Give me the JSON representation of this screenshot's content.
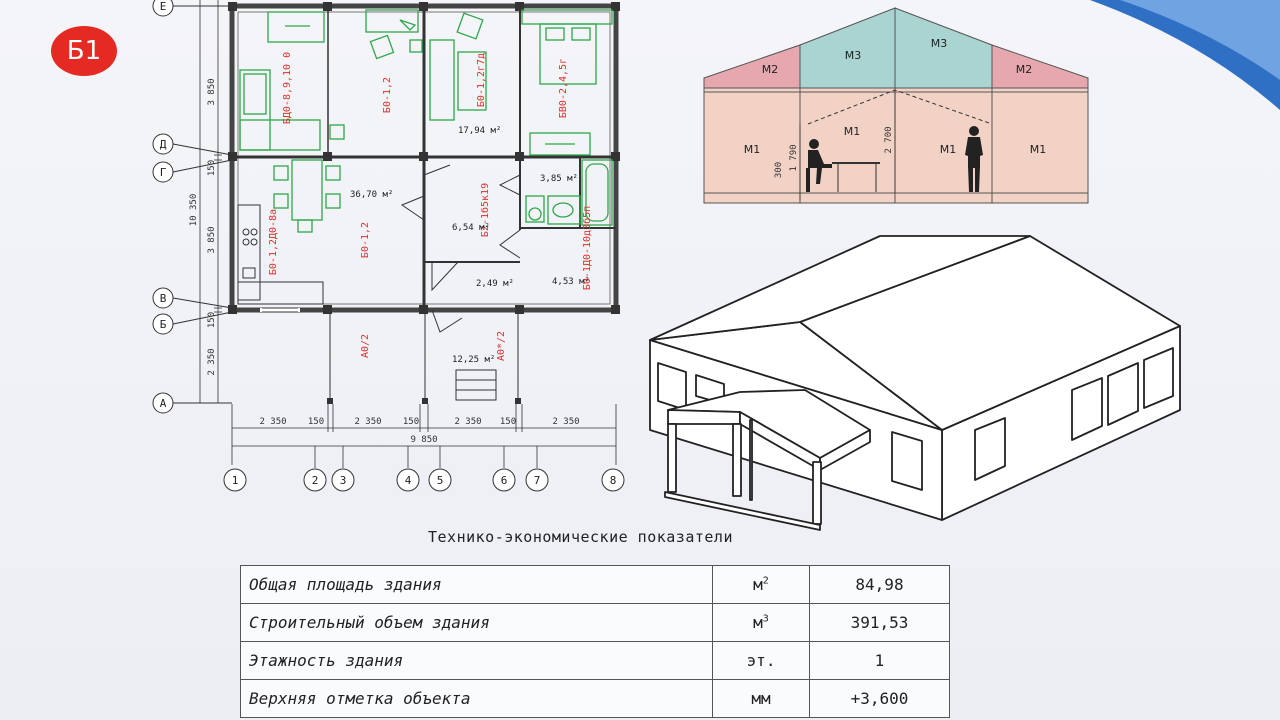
{
  "badge": {
    "label": "Б1",
    "color": "#e42a23"
  },
  "plan": {
    "axis_letters": [
      "Е",
      "Д",
      "Г",
      "В",
      "Б",
      "А"
    ],
    "axis_numbers": [
      "1",
      "2",
      "3",
      "4",
      "5",
      "6",
      "7",
      "8"
    ],
    "dims_bottom": [
      "2 350",
      "150",
      "2 350",
      "150",
      "2 350",
      "150",
      "2 350"
    ],
    "dim_total_bottom": "9 850",
    "dims_left": [
      "3 850",
      "150",
      "3 850",
      "150",
      "2 350"
    ],
    "dim_total_left": "10 350",
    "room_labels": [
      "БД0-8,9,10 0",
      "Б0-1,2",
      "Б0-1,2г7д",
      "БВ0-2,4,5г",
      "Б0-1,2Д0-8а",
      "Б0-1,2",
      "Б2-1б5к19",
      "Б0-1Д0-10д3б5п",
      "А0/2",
      "А0*/2"
    ],
    "areas": [
      "17,94 м²",
      "36,70 м²",
      "3,85 м²",
      "6,54 м²",
      "2,49 м²",
      "4,53 м²",
      "12,25 м²"
    ]
  },
  "section": {
    "zones_top": [
      "М2",
      "М3",
      "М3",
      "М2"
    ],
    "zones_main": [
      "М1",
      "М1",
      "М1",
      "М1"
    ],
    "dims": [
      "300",
      "1 790",
      "2 700"
    ]
  },
  "table": {
    "title": "Технико-экономические показатели",
    "rows": [
      {
        "name": "Общая площадь здания",
        "unit": "м",
        "unit_sup": "2",
        "value": "84,98"
      },
      {
        "name": "Строительный объем здания",
        "unit": "м",
        "unit_sup": "3",
        "value": "391,53"
      },
      {
        "name": "Этажность здания",
        "unit": "эт.",
        "unit_sup": "",
        "value": "1"
      },
      {
        "name": "Верхняя отметка объекта",
        "unit": "мм",
        "unit_sup": "",
        "value": "+3,600"
      }
    ]
  },
  "colors": {
    "accent_red": "#d9322e",
    "furniture_green": "#2ea84a",
    "roof_pink": "#e6a8ae",
    "roof_teal": "#a9d4d2",
    "wall_peach": "#f3d2c6"
  }
}
